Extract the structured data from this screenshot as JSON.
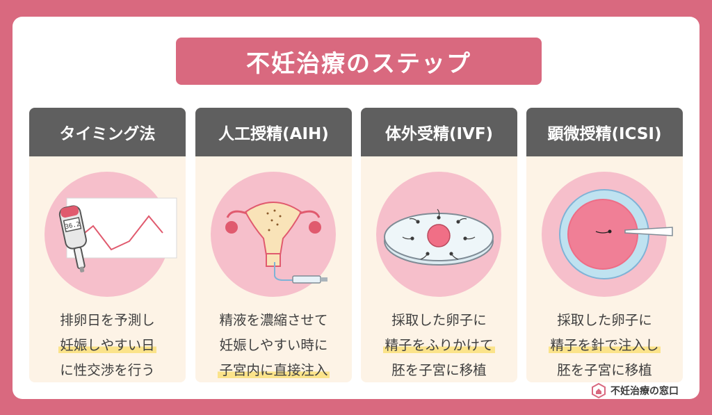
{
  "title": "不妊治療のステップ",
  "steps": [
    {
      "heading": "タイミング法",
      "illustration": "thermometer-chart",
      "lines": [
        "排卵日を予測し",
        "妊娠しやすい日",
        "に性交渉を行う"
      ],
      "highlight_line": 1,
      "thermometer_reading": "36.2"
    },
    {
      "heading": "人工授精(AIH)",
      "illustration": "uterus-syringe",
      "lines": [
        "精液を濃縮させて",
        "妊娠しやすい時に",
        "子宮内に直接注入"
      ],
      "highlight_line": 2
    },
    {
      "heading": "体外受精(IVF)",
      "illustration": "petri-dish-sperm",
      "lines": [
        "採取した卵子に",
        "精子をふりかけて",
        "胚を子宮に移植"
      ],
      "highlight_line": 1
    },
    {
      "heading": "顕微授精(ICSI)",
      "illustration": "egg-needle-injection",
      "lines": [
        "採取した卵子に",
        "精子を針で注入し",
        "胚を子宮に移植"
      ],
      "highlight_line": 1
    }
  ],
  "brand": {
    "name": "不妊治療の窓口",
    "icon": "home-hexagon-logo"
  },
  "colors": {
    "accent": "#d9697f",
    "header_bg": "#5f5f5f",
    "panel_bg": "#fdf3e6",
    "circle": "#f6bfcb",
    "highlight": "#fbe38a"
  }
}
